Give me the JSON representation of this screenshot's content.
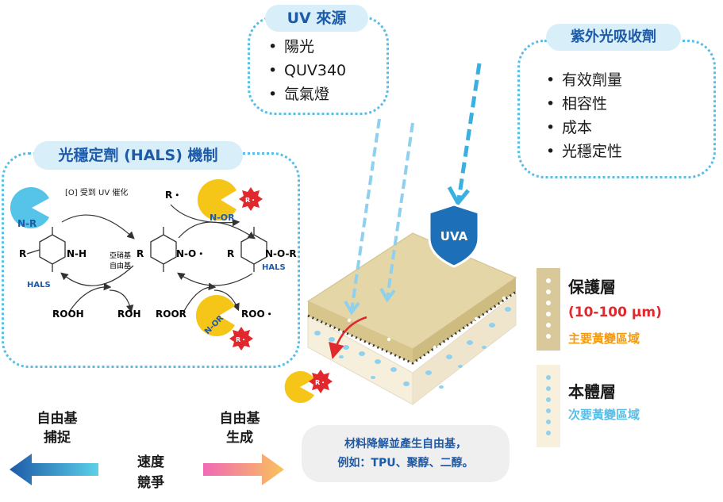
{
  "uv_source": {
    "title": "UV 來源",
    "items": [
      "陽光",
      "QUV340",
      "氙氣燈"
    ]
  },
  "uv_absorber": {
    "title": "紫外光吸收劑",
    "items": [
      "有效劑量",
      "相容性",
      "成本",
      "光穩定性"
    ]
  },
  "hals": {
    "title": "光穩定劑 (HALS) 機制",
    "catalyst_label": "[O] 受到 UV 催化",
    "nr_label": "N-R",
    "r_label": "R",
    "nh_label": "N-H",
    "hals_label": "HALS",
    "nitroxyl_label": "亞硝基",
    "radical_label": "自由基",
    "r_dot_label": "R・",
    "r_dot_small": "R・",
    "nor_label": "N-OR",
    "no_label": "N-O・",
    "nor_product_label": "N-O-R",
    "hals_label_2": "HALS",
    "rooh_label": "ROOH",
    "roh_label": "ROH",
    "roor_label": "ROOR",
    "roo_label": "ROO・",
    "nor_label_2": "N-OR",
    "r_dot_small_2": "R・"
  },
  "uva_badge": "UVA",
  "radical_badge": "R・",
  "layers": {
    "protective": {
      "title": "保護層",
      "thickness": "(10-100 μm)",
      "note": "主要黃變區域"
    },
    "bulk": {
      "title": "本體層",
      "note": "次要黃變區域"
    }
  },
  "bottom": {
    "capture": "自由基\n捕捉",
    "generate": "自由基\n生成",
    "competition": "速度\n競爭",
    "note": "材料降解並產生自由基，\n例如：TPU、聚醇、二醇。"
  },
  "colors": {
    "accent_blue": "#5bbde4",
    "brand_blue": "#1d5aa8",
    "yellow": "#f5c518",
    "red": "#e0282d"
  }
}
